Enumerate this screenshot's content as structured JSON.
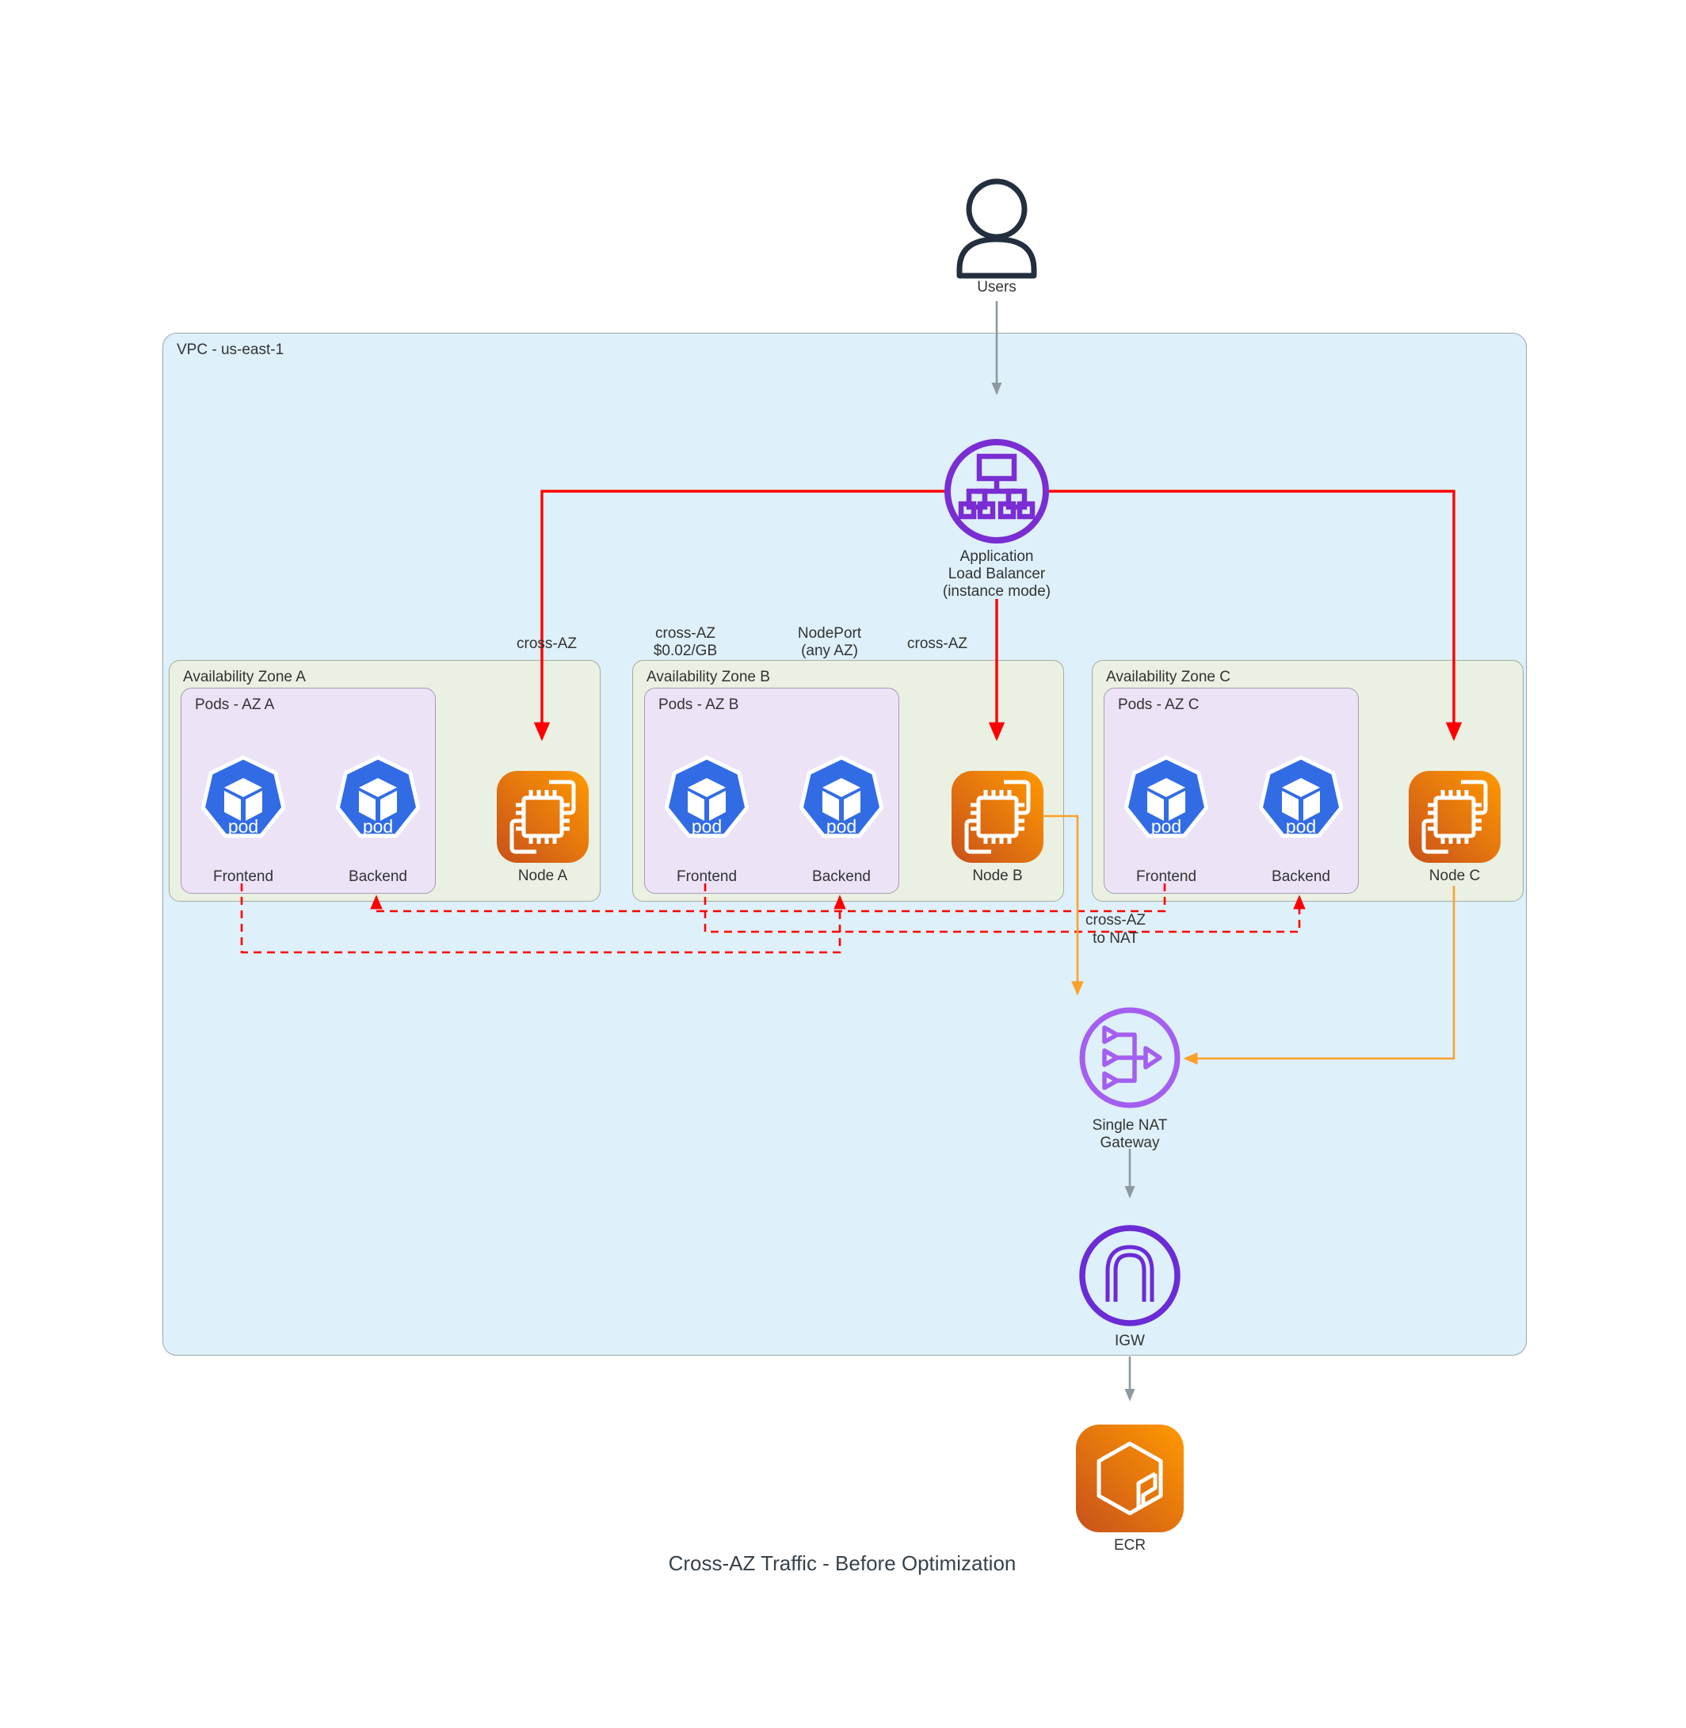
{
  "title": "Cross-AZ Traffic - Before Optimization",
  "users": {
    "label": "Users"
  },
  "vpc": {
    "label": "VPC - us-east-1"
  },
  "alb": {
    "label_lines": [
      "Application",
      "Load Balancer",
      "(instance mode)"
    ]
  },
  "edge_labels": {
    "cross_az_left": "cross-AZ",
    "cross_az_cost": [
      "cross-AZ",
      "$0.02/GB"
    ],
    "nodeport": [
      "NodePort",
      "(any AZ)"
    ],
    "cross_az_right": "cross-AZ",
    "cross_az_to_nat": [
      "cross-AZ",
      "to NAT"
    ]
  },
  "zones": [
    {
      "label": "Availability Zone A",
      "pods_label": "Pods - AZ A",
      "pods": [
        {
          "icon_label": "pod",
          "name": "Frontend"
        },
        {
          "icon_label": "pod",
          "name": "Backend"
        }
      ],
      "node_label": "Node A"
    },
    {
      "label": "Availability Zone B",
      "pods_label": "Pods - AZ B",
      "pods": [
        {
          "icon_label": "pod",
          "name": "Frontend"
        },
        {
          "icon_label": "pod",
          "name": "Backend"
        }
      ],
      "node_label": "Node B"
    },
    {
      "label": "Availability Zone C",
      "pods_label": "Pods - AZ C",
      "pods": [
        {
          "icon_label": "pod",
          "name": "Frontend"
        },
        {
          "icon_label": "pod",
          "name": "Backend"
        }
      ],
      "node_label": "Node C"
    }
  ],
  "nat": {
    "label_lines": [
      "Single NAT",
      "Gateway"
    ]
  },
  "igw": {
    "label": "IGW"
  },
  "ecr": {
    "label": "ECR"
  },
  "colors": {
    "vpc_fill": "#def0fa",
    "az_fill": "#eaf0e2",
    "pods_fill": "#ece3f6",
    "k8s_blue": "#326ce5",
    "node_orange_dark": "#c8511b",
    "node_orange_light": "#ff9900",
    "alb_purple": "#7a2dd2",
    "nat_purple": "#a45ef0",
    "igw_purple": "#6b2bd6",
    "red_line": "#ff0000",
    "orange_line": "#fba12b",
    "gray_line": "#8d99a0",
    "user_dark": "#232f3e"
  }
}
